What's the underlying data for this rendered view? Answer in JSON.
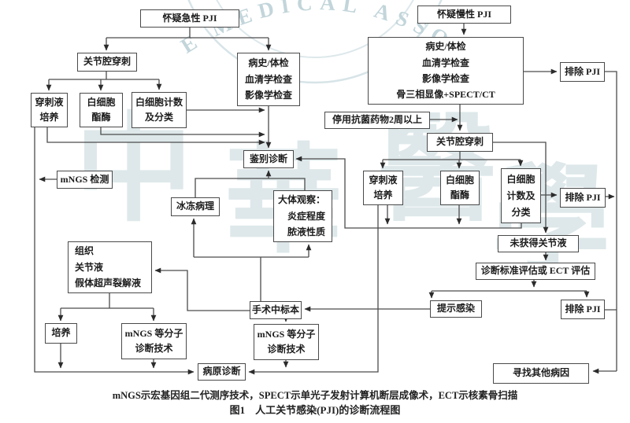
{
  "watermark": {
    "arc_text": "E MEDICAL ASSO",
    "seal_chars": [
      "中",
      "華",
      "醫",
      "學"
    ]
  },
  "boxes": {
    "suspect_acute": "怀疑急性 PJI",
    "joint_puncture_left": "关节腔穿刺",
    "workup_acute": "病史/体检\n血清学检查\n影像学检查",
    "puncture_fluid_culture_left": "穿刺液\n培养",
    "wbc_esterase_left": "白细胞\n酯酶",
    "wbc_count_class_left": "白细胞计数\n及分类",
    "mngs_test": "mNGS 检测",
    "differential_diagnosis": "鉴别诊断",
    "frozen_pathology": "冰冻病理",
    "gross_observation": "大体观察：\n　炎症程度\n　脓液性质",
    "tissue_specimens": "组织\n关节液\n假体超声裂解液",
    "culture_bottom_left": "培养",
    "mngs_molecular_left": "mNGS 等分子\n诊断技术",
    "intraop_specimen": "手术中标本",
    "mngs_molecular_right": "mNGS 等分子\n诊断技术",
    "pathogen_diagnosis": "病原诊断",
    "suspect_chronic": "怀疑慢性 PJI",
    "workup_chronic": "病史/体检\n血清学检查\n影像学检查\n骨三相显像+SPECT/CT",
    "exclude_pji_top": "排除 PJI",
    "stop_antibiotics": "停用抗菌药物2周以上",
    "joint_puncture_right": "关节腔穿刺",
    "puncture_fluid_culture_right": "穿刺液\n培养",
    "wbc_esterase_right": "白细胞\n酯酶",
    "wbc_count_class_right": "白细胞\n计数及\n分类",
    "exclude_pji_middle": "排除 PJI",
    "no_joint_fluid": "未获得关节液",
    "criteria_or_ect": "诊断标准评估或 ECT 评估",
    "suggest_infection": "提示感染",
    "exclude_pji_bottom": "排除 PJI",
    "find_other_causes": "寻找其他病因"
  },
  "caption": {
    "note": "mNGS示宏基因组二代测序技术，SPECT示单光子发射计算机断层成像术，ECT示核素骨扫描",
    "figure_label": "图1",
    "figure_title": "人工关节感染(PJI)的诊断流程图"
  }
}
